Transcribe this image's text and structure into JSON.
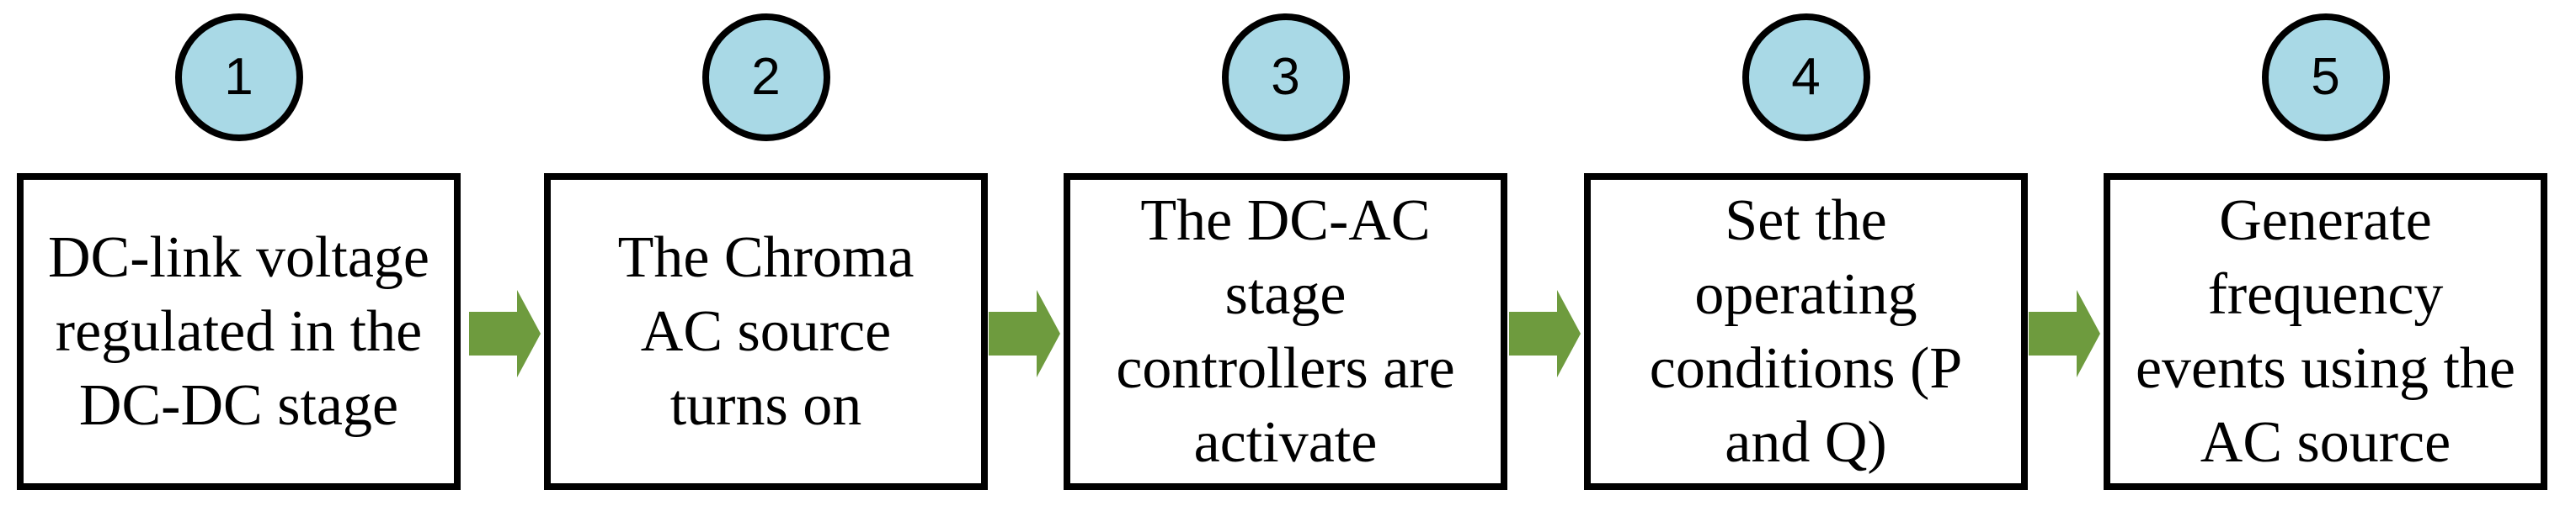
{
  "figure": {
    "type": "flowchart",
    "direction": "left-to-right",
    "steps": [
      {
        "number": "1",
        "label": "DC-link voltage\nregulated in the\nDC-DC stage"
      },
      {
        "number": "2",
        "label": "The Chroma\nAC source\nturns on"
      },
      {
        "number": "3",
        "label": "The DC-AC\nstage\ncontrollers are\nactivate"
      },
      {
        "number": "4",
        "label": "Set the\noperating\nconditions (P\nand Q)"
      },
      {
        "number": "5",
        "label": "Generate\nfrequency\nevents using the\nAC source"
      }
    ],
    "connector": "right-arrow",
    "colors": {
      "circle_fill": "#A9D9E6",
      "arrow_fill": "#6E9B3E",
      "outline": "#000000",
      "background": "#FFFFFF"
    }
  }
}
